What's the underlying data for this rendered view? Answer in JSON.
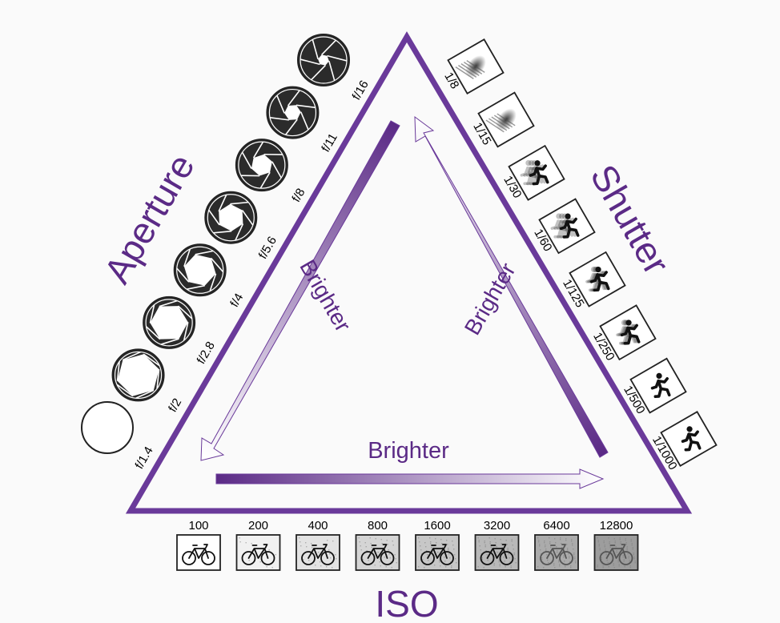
{
  "colors": {
    "purple": "#6a3a9a",
    "purple_dark": "#5b2a86",
    "background": "#fafafa"
  },
  "titles": {
    "aperture": "Aperture",
    "shutter": "Shutter",
    "iso": "ISO"
  },
  "arrow_labels": {
    "left": "Brighter",
    "right": "Brighter",
    "bottom": "Brighter"
  },
  "aperture": {
    "stops": [
      "f/1.4",
      "f/2",
      "f/2.8",
      "f/4",
      "f/5.6",
      "f/8",
      "f/11",
      "f/16"
    ],
    "icon": "aperture-iris-icon"
  },
  "shutter": {
    "speeds": [
      "1/8",
      "1/15",
      "1/30",
      "1/60",
      "1/125",
      "1/250",
      "1/500",
      "1/1000"
    ],
    "icon": "runner-icon"
  },
  "iso": {
    "values": [
      "100",
      "200",
      "400",
      "800",
      "1600",
      "3200",
      "6400",
      "12800"
    ],
    "icon": "bicycle-icon"
  }
}
